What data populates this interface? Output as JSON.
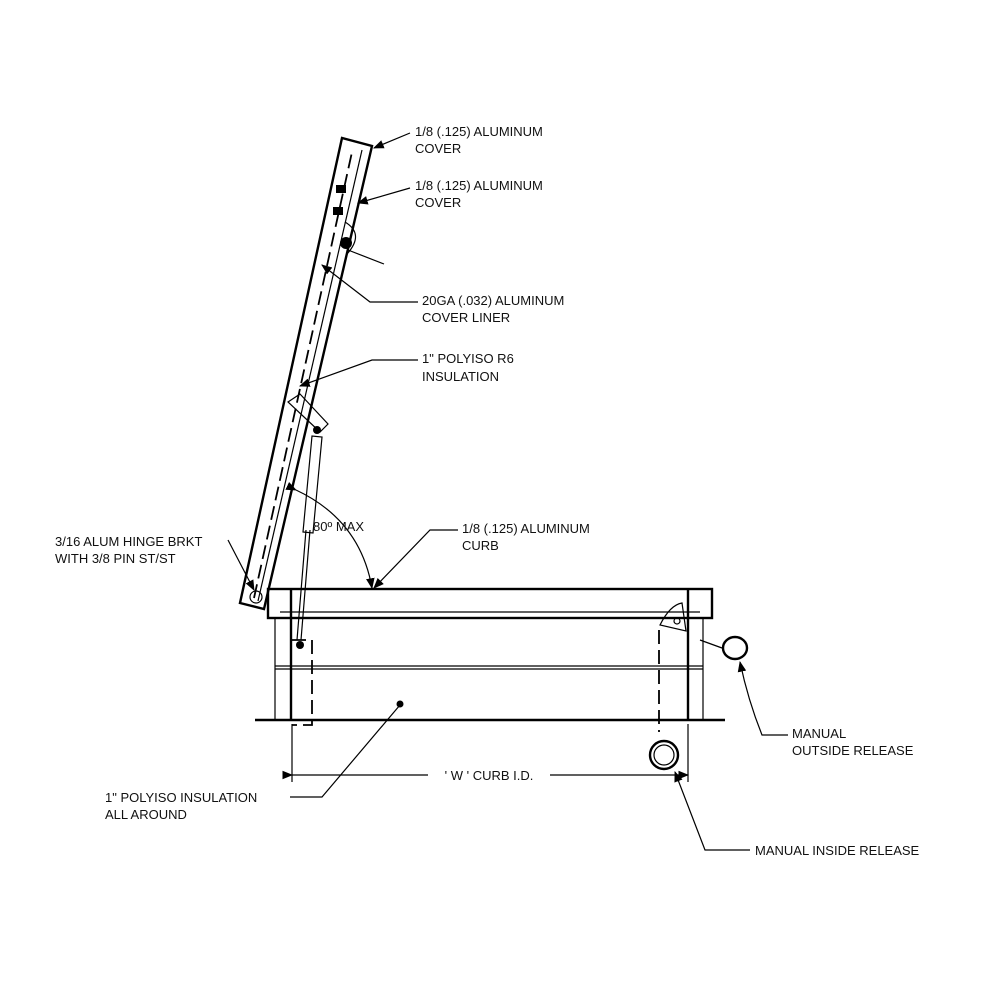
{
  "drawing": {
    "labels": {
      "cover_top": [
        "1/8 (.125) ALUMINUM",
        "COVER"
      ],
      "cover_second": [
        "1/8 (.125) ALUMINUM",
        "COVER"
      ],
      "cover_liner": [
        "20GA (.032) ALUMINUM",
        "COVER LINER"
      ],
      "cover_insulation": [
        "1\" POLYISO R6",
        "INSULATION"
      ],
      "angle": "80º MAX",
      "curb": [
        "1/8 (.125) ALUMINUM",
        "CURB"
      ],
      "hinge": [
        "3/16 ALUM HINGE BRKT",
        "WITH 3/8  PIN ST/ST"
      ],
      "outside_release": [
        "MANUAL",
        "OUTSIDE RELEASE"
      ],
      "curb_insulation": [
        "1\" POLYISO INSULATION",
        "ALL AROUND"
      ],
      "inside_release": "MANUAL INSIDE RELEASE",
      "dimension": "' W ' CURB I.D."
    }
  }
}
